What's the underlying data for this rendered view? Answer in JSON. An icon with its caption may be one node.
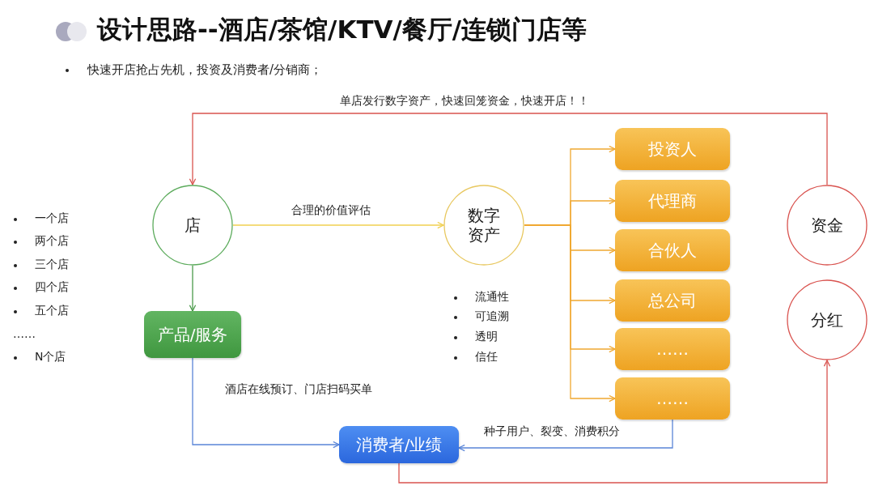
{
  "diagram": {
    "title": "设计思路--酒店/茶馆/KTV/餐厅/连锁门店等",
    "nodes": [
      {
        "text": [
          "店"
        ]
      },
      {
        "text": [
          "数字资产"
        ]
      },
      {
        "text": [
          "投资人"
        ]
      },
      {
        "text": [
          "代理商"
        ]
      },
      {
        "text": [
          "合伙人"
        ]
      },
      {
        "text": [
          "总公司"
        ]
      },
      {
        "text": [
          "……"
        ]
      },
      {
        "text": [
          "……"
        ]
      },
      {
        "text": [
          "资金"
        ]
      },
      {
        "text": [
          "分红"
        ]
      },
      {
        "text": [
          "产品/服务"
        ]
      },
      {
        "text": [
          "消费者/业绩"
        ]
      }
    ],
    "edges": [
      {
        "from": 8,
        "to": 0,
        "arrow": "to",
        "label": "单店发行数字资产，快速回笼资金，快速开店！！",
        "color": "#d9534f"
      },
      {
        "from": 0,
        "to": 1,
        "arrow": "to",
        "label": "合理的价值评估",
        "color": "#f0d050"
      },
      {
        "from": 1,
        "to": 2,
        "arrow": "to",
        "color": "#f0a830"
      },
      {
        "from": 1,
        "to": 3,
        "arrow": "to",
        "color": "#f0a830"
      },
      {
        "from": 1,
        "to": 4,
        "arrow": "to",
        "color": "#f0a830"
      },
      {
        "from": 1,
        "to": 5,
        "arrow": "to",
        "color": "#f0a830"
      },
      {
        "from": 1,
        "to": 6,
        "arrow": "to",
        "color": "#f0a830"
      },
      {
        "from": 1,
        "to": 7,
        "arrow": "to",
        "color": "#f0a830"
      },
      {
        "from": 0,
        "to": 10,
        "arrow": "to",
        "color": "#4a9a4a"
      },
      {
        "from": 10,
        "to": 11,
        "arrow": "to",
        "label": "酒店在线预订、门店扫码买单",
        "color": "#5a85d8"
      },
      {
        "from": 7,
        "to": 11,
        "arrow": "to",
        "label": "种子用户、裂变、消费积分",
        "color": "#5a85d8"
      },
      {
        "from": 11,
        "to": 9,
        "arrow": "to",
        "color": "#d9534f"
      }
    ],
    "labels": [
      "快速开店抢占先机，投资及消费者/分销商；",
      "一个店",
      "两个店",
      "三个店",
      "四个店",
      "五个店",
      "……",
      "N个店",
      "流通性",
      "可追溯",
      "透明",
      "信任"
    ]
  }
}
